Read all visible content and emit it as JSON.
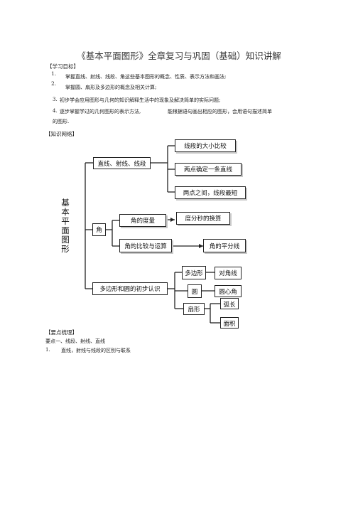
{
  "title": "《基本平面图形》全章复习与巩固（基础）知识讲解",
  "goals": {
    "header": "【学习目标】",
    "items": [
      {
        "num": "1.",
        "text": ""
      },
      {
        "num": "2.",
        "text": ""
      },
      {
        "num": "",
        "text": "掌握直线、射线、线段、角这些基本图形的概念、性质、表示方法和画法;"
      },
      {
        "num": "",
        "text": "掌握圆、扇形及多边形的概念及相关计算;"
      },
      {
        "num": "3.",
        "text": "初步学会应用图形与几何的知识解释生活中的现象及解决简单的实际问题;"
      },
      {
        "num": "4.",
        "text": "逐步掌握学过的几何图形的表示方法,"
      },
      {
        "num": "",
        "text": "能根据语句画出相应的图形，会用语句描述简单"
      },
      {
        "num": "",
        "text": "的图形."
      }
    ]
  },
  "network_header": "【知识网络】",
  "diagram": {
    "root": "基本平面图形",
    "nodes": {
      "lines": "直线、射线、线段",
      "compare_segments": "线段的大小比较",
      "two_points": "两点确定一条直线",
      "shortest": "两点之间，线段最短",
      "angle": "角",
      "angle_measure": "角的度量",
      "dms": "度分秒的换算",
      "angle_compare": "角的比较与运算",
      "bisector": "角的平分线",
      "polygon_circle": "多边形和圆的初步认识",
      "polygon": "多边形",
      "diagonal": "对角线",
      "circle": "圆",
      "central_angle": "圆心角",
      "sector": "扇形",
      "arc_length": "弧长",
      "area": "面积"
    }
  },
  "key_points": {
    "header": "【要点梳理】",
    "point1": "要点一、线段、射线、直线",
    "item1_num": "1.",
    "item1_text": "直线，射线与线段的区别与联系"
  }
}
